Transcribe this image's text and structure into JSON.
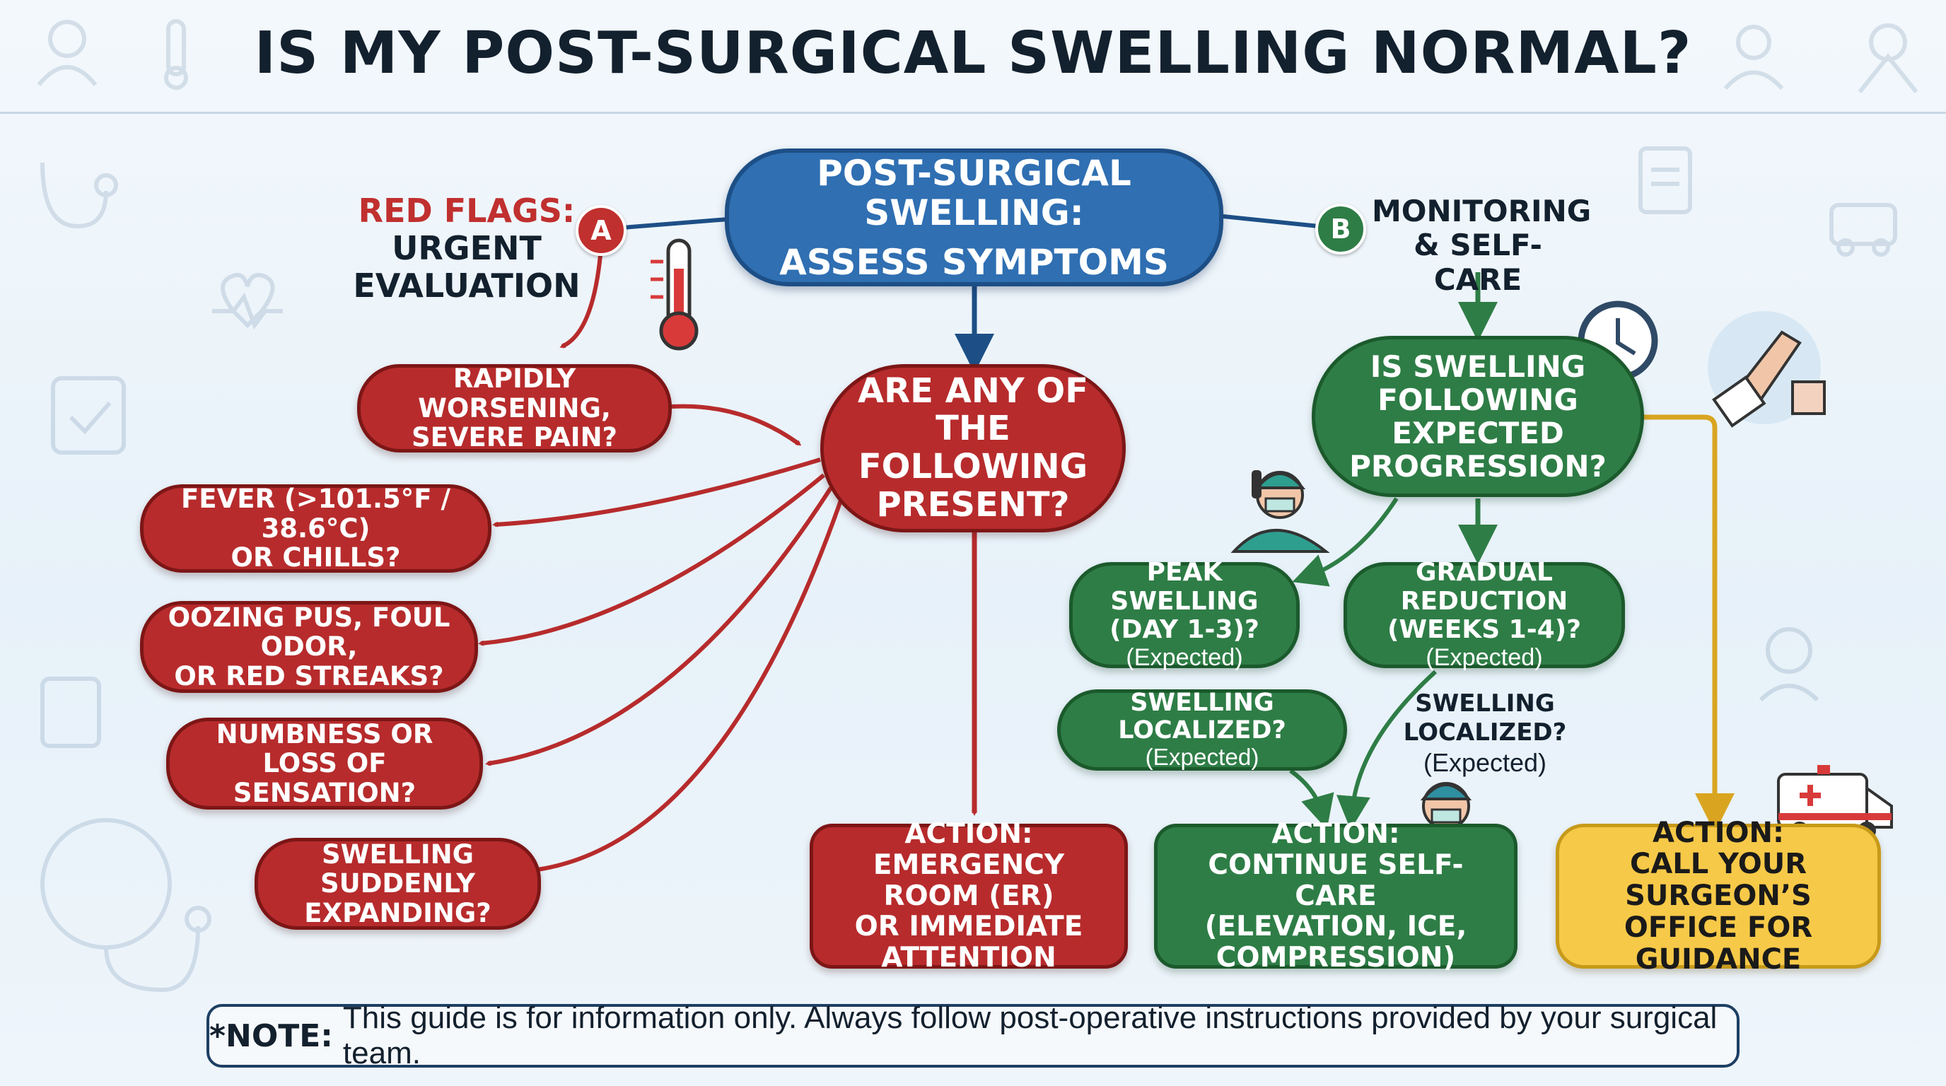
{
  "title": "IS MY POST-SURGICAL SWELLING NORMAL?",
  "colors": {
    "red": "#b72b2c",
    "green": "#2e7d46",
    "blue": "#2f6fb2",
    "yellow": "#f7c948"
  },
  "start": {
    "line1": "POST-SURGICAL SWELLING:",
    "line2": "ASSESS SYMPTOMS"
  },
  "branch_a": {
    "badge": "A",
    "label_line1": "RED FLAGS:",
    "label_line2": "URGENT",
    "label_line3": "EVALUATION"
  },
  "branch_b": {
    "badge": "B",
    "label_line1": "MONITORING",
    "label_line2": "& SELF-CARE"
  },
  "red_question": {
    "line1": "ARE ANY OF THE",
    "line2": "FOLLOWING",
    "line3": "PRESENT?"
  },
  "red_flags": [
    {
      "line1": "RAPIDLY WORSENING,",
      "line2": "SEVERE PAIN?"
    },
    {
      "line1": "FEVER (>101.5°F / 38.6°C)",
      "line2": "OR CHILLS?"
    },
    {
      "line1": "OOZING PUS, FOUL ODOR,",
      "line2": "OR RED STREAKS?"
    },
    {
      "line1": "NUMBNESS OR LOSS OF",
      "line2": "SENSATION?"
    },
    {
      "line1": "SWELLING SUDDENLY",
      "line2": "EXPANDING?"
    }
  ],
  "er_action": {
    "line1": "ACTION:",
    "line2": "EMERGENCY ROOM (ER)",
    "line3": "OR IMMEDIATE",
    "line4": "ATTENTION"
  },
  "green_question": {
    "line1": "IS SWELLING",
    "line2": "FOLLOWING",
    "line3": "EXPECTED",
    "line4": "PROGRESSION?"
  },
  "peak": {
    "line1": "PEAK SWELLING",
    "line2": "(DAY 1-3)?",
    "sub": "(Expected)"
  },
  "gradual": {
    "line1": "GRADUAL REDUCTION",
    "line2": "(WEEKS 1-4)?",
    "sub": "(Expected)"
  },
  "localized_box": {
    "line1": "SWELLING LOCALIZED?",
    "sub": "(Expected)"
  },
  "localized_free": {
    "line1": "SWELLING LOCALIZED?",
    "sub": "(Expected)"
  },
  "selfcare_action": {
    "line1": "ACTION:",
    "line2": "CONTINUE SELF-CARE",
    "line3": "(ELEVATION, ICE,",
    "line4": "COMPRESSION)"
  },
  "surgeon_action": {
    "line1": "ACTION:",
    "line2": "CALL YOUR SURGEON’S",
    "line3": "OFFICE FOR GUIDANCE"
  },
  "note": {
    "bold": "*NOTE:",
    "text": "This guide is for information only. Always follow post-operative instructions provided by your surgical team."
  },
  "icons": [
    "doctor-icon",
    "thermometer-icon",
    "bandage-hand-icon",
    "stethoscope-icon",
    "heart-pulse-icon",
    "checklist-icon",
    "clipboard-icon",
    "ambulance-icon",
    "clock-icon",
    "nurse-phone-icon",
    "surgeon-icon",
    "wrist-bandage-icon"
  ]
}
